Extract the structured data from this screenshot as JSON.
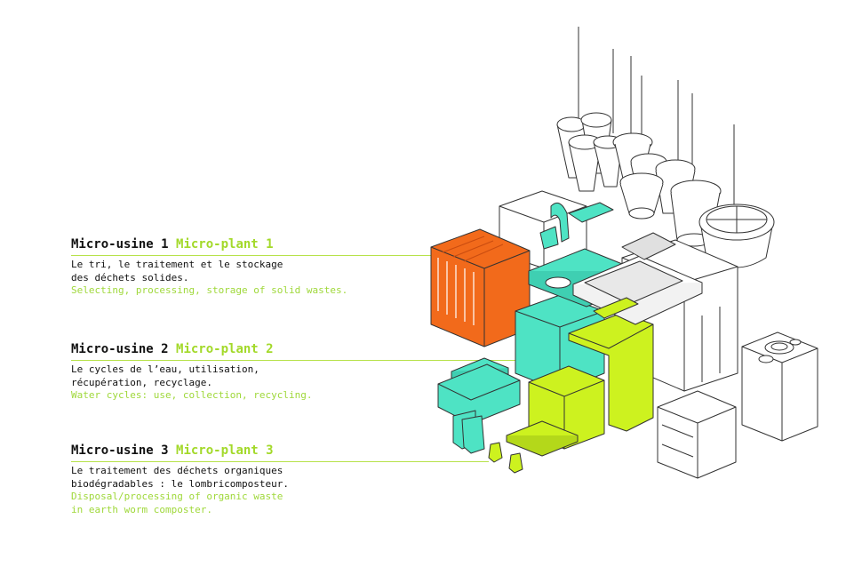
{
  "sections": [
    {
      "fr_title": "Micro-usine 1",
      "en_title": "Micro-plant 1",
      "fr_lines": [
        "Le tri, le traitement et le stockage",
        "des déchets solides."
      ],
      "en_lines": [
        "Selecting, processing, storage of solid wastes."
      ]
    },
    {
      "fr_title": "Micro-usine 2",
      "en_title": "Micro-plant 2",
      "fr_lines": [
        "Le cycles de l’eau, utilisation,",
        "récupération, recyclage."
      ],
      "en_lines": [
        "Water cycles: use, collection, recycling."
      ]
    },
    {
      "fr_title": "Micro-usine 3",
      "en_title": "Micro-plant 3",
      "fr_lines": [
        "Le traitement des déchets organiques",
        "biodégradables : le lombricomposteur."
      ],
      "en_lines": [
        "Disposal/processing of organic waste",
        "in earth worm composter."
      ]
    }
  ],
  "colors": {
    "accent_green": "#a3d92a",
    "orange": "#f26a1b",
    "teal": "#4ee3c4",
    "lime": "#cdf21f",
    "line": "#333333"
  }
}
